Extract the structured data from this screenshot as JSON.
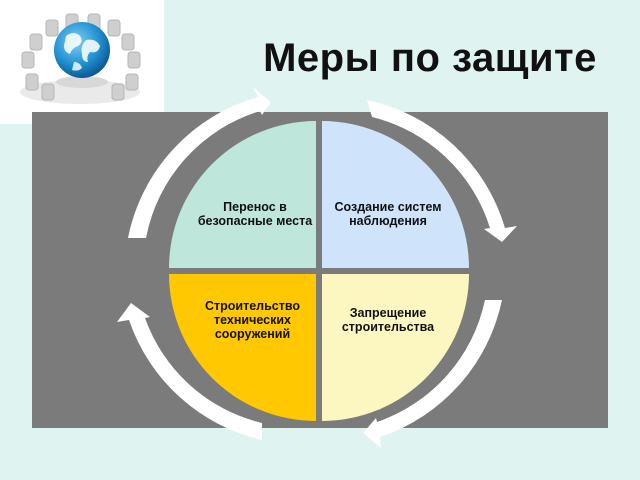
{
  "title": "Меры по защите",
  "colors": {
    "background": "#dff3f1",
    "panel": "#7b7b7b",
    "arrows": "#ffffff",
    "quadrant_top_left": "#bfe6da",
    "quadrant_top_right": "#cfe4fb",
    "quadrant_bottom_left": "#ffc800",
    "quadrant_bottom_right": "#fcf7c0"
  },
  "logo": {
    "icon": "globe-with-conference-chairs-icon"
  },
  "quadrants": {
    "top_left": {
      "label": "Перенос в безопасные места"
    },
    "top_right": {
      "label": "Создание систем наблюдения"
    },
    "bottom_right": {
      "label": "Запрещение строительства"
    },
    "bottom_left": {
      "label": "Строительство технических сооружений"
    }
  },
  "cycle": {
    "direction": "clockwise",
    "arrow_count": 4,
    "arrow_icon": "curved-arrow-icon"
  }
}
